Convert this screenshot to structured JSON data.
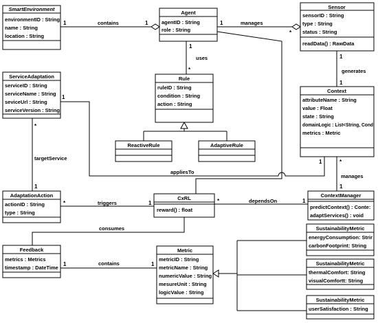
{
  "classes": {
    "smart_environment": {
      "name": "SmartEnvironment",
      "attrs": [
        "environmentID : String",
        "name : String",
        "location : String"
      ],
      "ops": []
    },
    "agent": {
      "name": "Agent",
      "attrs": [
        "agentID : String",
        "role : String"
      ],
      "ops": []
    },
    "sensor": {
      "name": "Sensor",
      "attrs": [
        "sensorID : String",
        "type : String",
        "status : String"
      ],
      "ops": [
        "readData() : RawData"
      ]
    },
    "rule": {
      "name": "Rule",
      "attrs": [
        "ruleID : String",
        "condition : String",
        "action : String"
      ],
      "ops": []
    },
    "reactive_rule": {
      "name": "ReactiveRule"
    },
    "adaptive_rule": {
      "name": "AdaptiveRule"
    },
    "service_adaptation": {
      "name": "ServiceAdaptation",
      "attrs": [
        "serviceID : String",
        "serviceName : String",
        "seviceUrl : String",
        "serviceVersion : String"
      ],
      "ops": []
    },
    "context": {
      "name": "Context",
      "attrs": [
        "attributeName : String",
        "value : Float",
        "state : String",
        "domainLogic : List<String, Cond",
        "metrics : Metric"
      ],
      "ops": []
    },
    "adaptation_action": {
      "name": "AdaptationAction",
      "attrs": [
        "actionID : String",
        "type : String"
      ],
      "ops": []
    },
    "cxrl": {
      "name": "CxRL",
      "attrs": [],
      "ops": [
        "reward() : float"
      ]
    },
    "context_manager": {
      "name": "ContextManager",
      "attrs": [],
      "ops": [
        "predictContext() : Conte:",
        "adaptServices() : void"
      ]
    },
    "sustainability_metric": {
      "name": "SustainabilityMetric",
      "attrs": [
        "energyConsumption: Strir",
        "carbonFootprint: String"
      ],
      "ops": []
    },
    "sustainability_metric_2": {
      "name": "SustainabilityMetric",
      "attrs": [
        "thermalComfort: String",
        "visualComfortt: String"
      ],
      "ops": []
    },
    "sustainability_metric_3": {
      "name": "SustainabilityMetric",
      "attrs": [
        "userSatisfaction : String"
      ],
      "ops": []
    },
    "feedback": {
      "name": "Feedback",
      "attrs": [
        "metrics : Metrics",
        "timestamp : DateTime"
      ],
      "ops": []
    },
    "metric": {
      "name": "Metric",
      "attrs": [
        "metricID : String",
        "metricName : String",
        "numericValue : String",
        "mesureUnit : String",
        "logicValue : String"
      ],
      "ops": []
    }
  },
  "relations": {
    "contains_env": {
      "label": "contains",
      "m_src": "1",
      "m_dst": "1"
    },
    "manages_sensor": {
      "label": "manages",
      "m_src": "1",
      "m_dst": "*"
    },
    "uses": {
      "label": "uses",
      "m_src": "1",
      "m_dst": "*"
    },
    "generates": {
      "label": "generates",
      "m_src": "1",
      "m_dst": "1"
    },
    "target_service": {
      "label": "targetService",
      "m_src": "*",
      "m_dst": "1"
    },
    "applies_to": {
      "label": "appliesTo",
      "m_src": "1",
      "m_dst": "1"
    },
    "manages_context": {
      "label": "manages",
      "m_src": "*",
      "m_dst": "1"
    },
    "triggers": {
      "label": "triggers",
      "m_src": "*",
      "m_dst": "1"
    },
    "depends_on": {
      "label": "dependsOn",
      "m_src": "*",
      "m_dst": "1"
    },
    "consumes": {
      "label": "consumes"
    },
    "contains_metric": {
      "label": "contains",
      "m_src": "1",
      "m_dst": "1"
    }
  }
}
